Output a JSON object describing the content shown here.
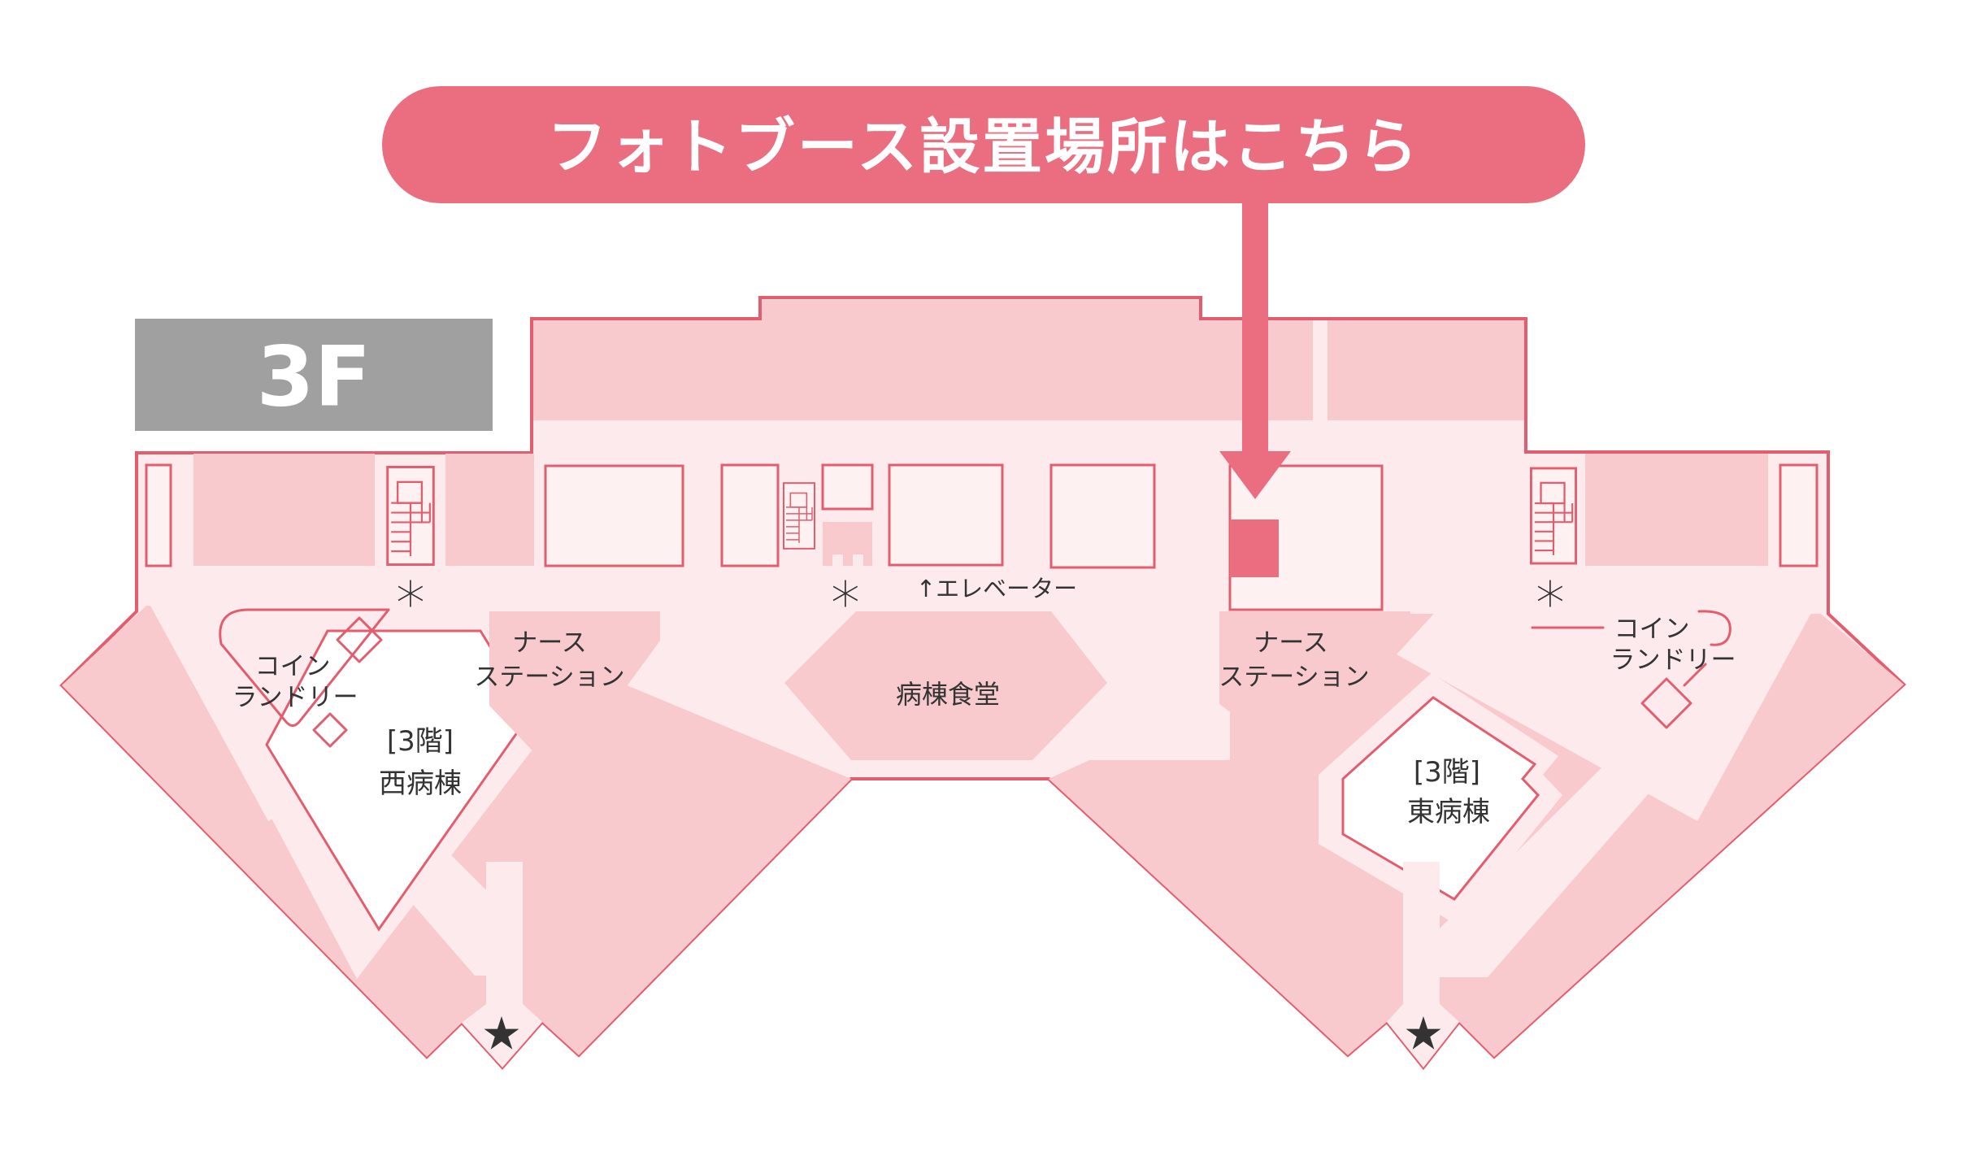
{
  "banner": {
    "text": "フォトブース設置場所はこちら"
  },
  "floor": {
    "label": "3F"
  },
  "areas": {
    "coin_laundry_west": {
      "line1": "コイン",
      "line2": "ランドリー"
    },
    "west_ward": {
      "line1": "[3階]",
      "line2": "西病棟"
    },
    "nurse_station_west": {
      "line1": "ナース",
      "line2": "ステーション"
    },
    "dining": {
      "label": "病棟食堂"
    },
    "elevator": {
      "label": "↑エレベーター"
    },
    "nurse_station_east": {
      "line1": "ナース",
      "line2": "ステーション"
    },
    "east_ward": {
      "line1": "[3階]",
      "line2": "東病棟"
    },
    "coin_laundry_east": {
      "line1": "コイン",
      "line2": "ランドリー"
    }
  },
  "symbols": {
    "stairs_marker": "*",
    "entrance_star": "★"
  },
  "colors": {
    "accent": "#ea6d80",
    "outline": "#e25e6e",
    "band": "#f8cace",
    "light": "#fdeaec",
    "room": "#fdf1f2",
    "gray": "#a0a0a0",
    "ink": "#333333",
    "white": "#ffffff"
  }
}
